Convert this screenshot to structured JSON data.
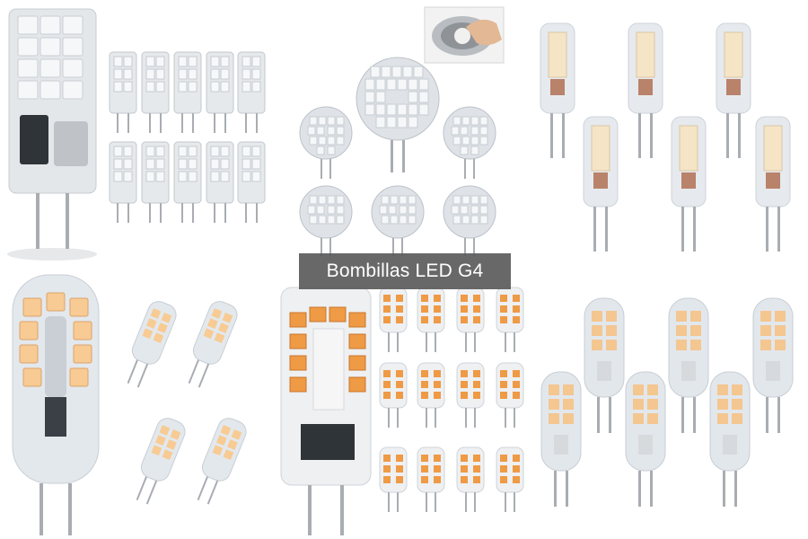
{
  "caption": "Bombillas LED G4",
  "colors": {
    "cool_white_led": "#f3f5f8",
    "warm_white_led": "#f4c690",
    "amber_led": "#ef9a45",
    "pcb_white": "#eef0f2",
    "clear_shell": "#dfe5ea",
    "pin": "#a9adb2",
    "background": "#ffffff",
    "caption_background": "#585858",
    "caption_text": "#ffffff"
  },
  "panels": [
    {
      "id": "top-left",
      "subject": "Square-body cool white G4 capsule bulbs"
    },
    {
      "id": "top-center",
      "subject": "Round disc G4 cool white LED bulbs"
    },
    {
      "id": "top-right",
      "subject": "Slim clear G4 bulbs"
    },
    {
      "id": "bottom-left",
      "subject": "Warm white silicone G4 capsule bulbs"
    },
    {
      "id": "bottom-center",
      "subject": "Warm white G4 bulbs with amber chips"
    },
    {
      "id": "bottom-right",
      "subject": "Clear warm white G4 capsule bulbs"
    }
  ]
}
